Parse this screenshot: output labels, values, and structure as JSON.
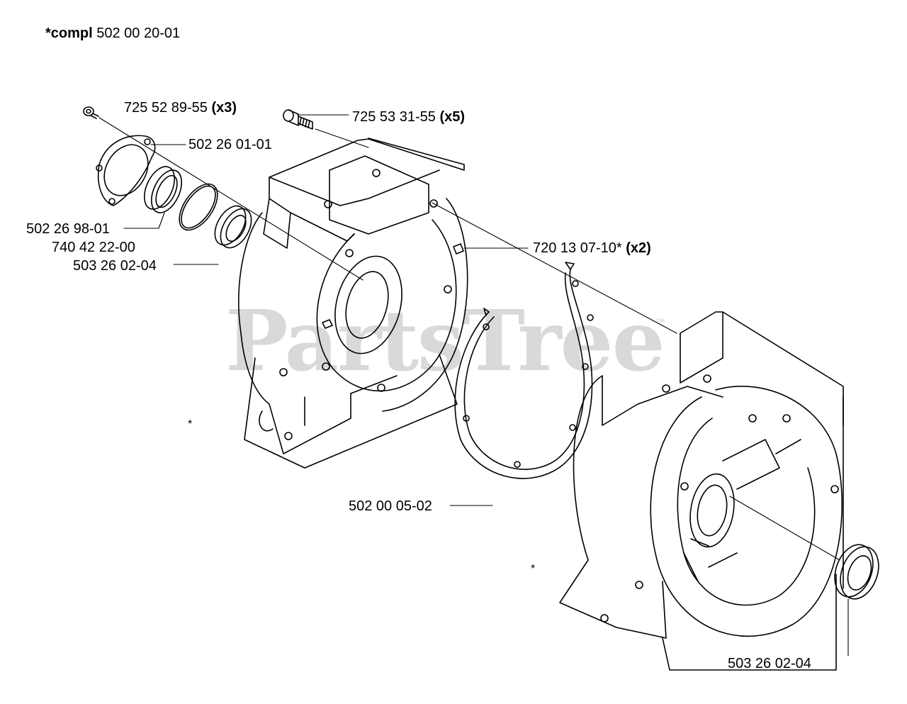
{
  "header": {
    "prefix": "*compl",
    "number": "502 00 20-01"
  },
  "watermark": {
    "text": "PartsTree",
    "mark": "™"
  },
  "labels": {
    "screw_top": {
      "number": "725 52 89-55",
      "qty": "(x3)"
    },
    "bolt": {
      "number": "725 53 31-55",
      "qty": "(x5)"
    },
    "flange": {
      "number": "502 26 01-01"
    },
    "bushing": {
      "number": "502 26 98-01"
    },
    "oring": {
      "number": "740 42 22-00"
    },
    "seal_left": {
      "number": "503 26 02-04"
    },
    "pin": {
      "number": "720 13 07-10*",
      "qty": "(x2)"
    },
    "gasket": {
      "number": "502 00 05-02"
    },
    "seal_right": {
      "number": "503 26 02-04"
    }
  },
  "asterisks": {
    "left": "*",
    "right": "*"
  },
  "colors": {
    "line": "#000000",
    "watermark": "#d9d9d9"
  }
}
